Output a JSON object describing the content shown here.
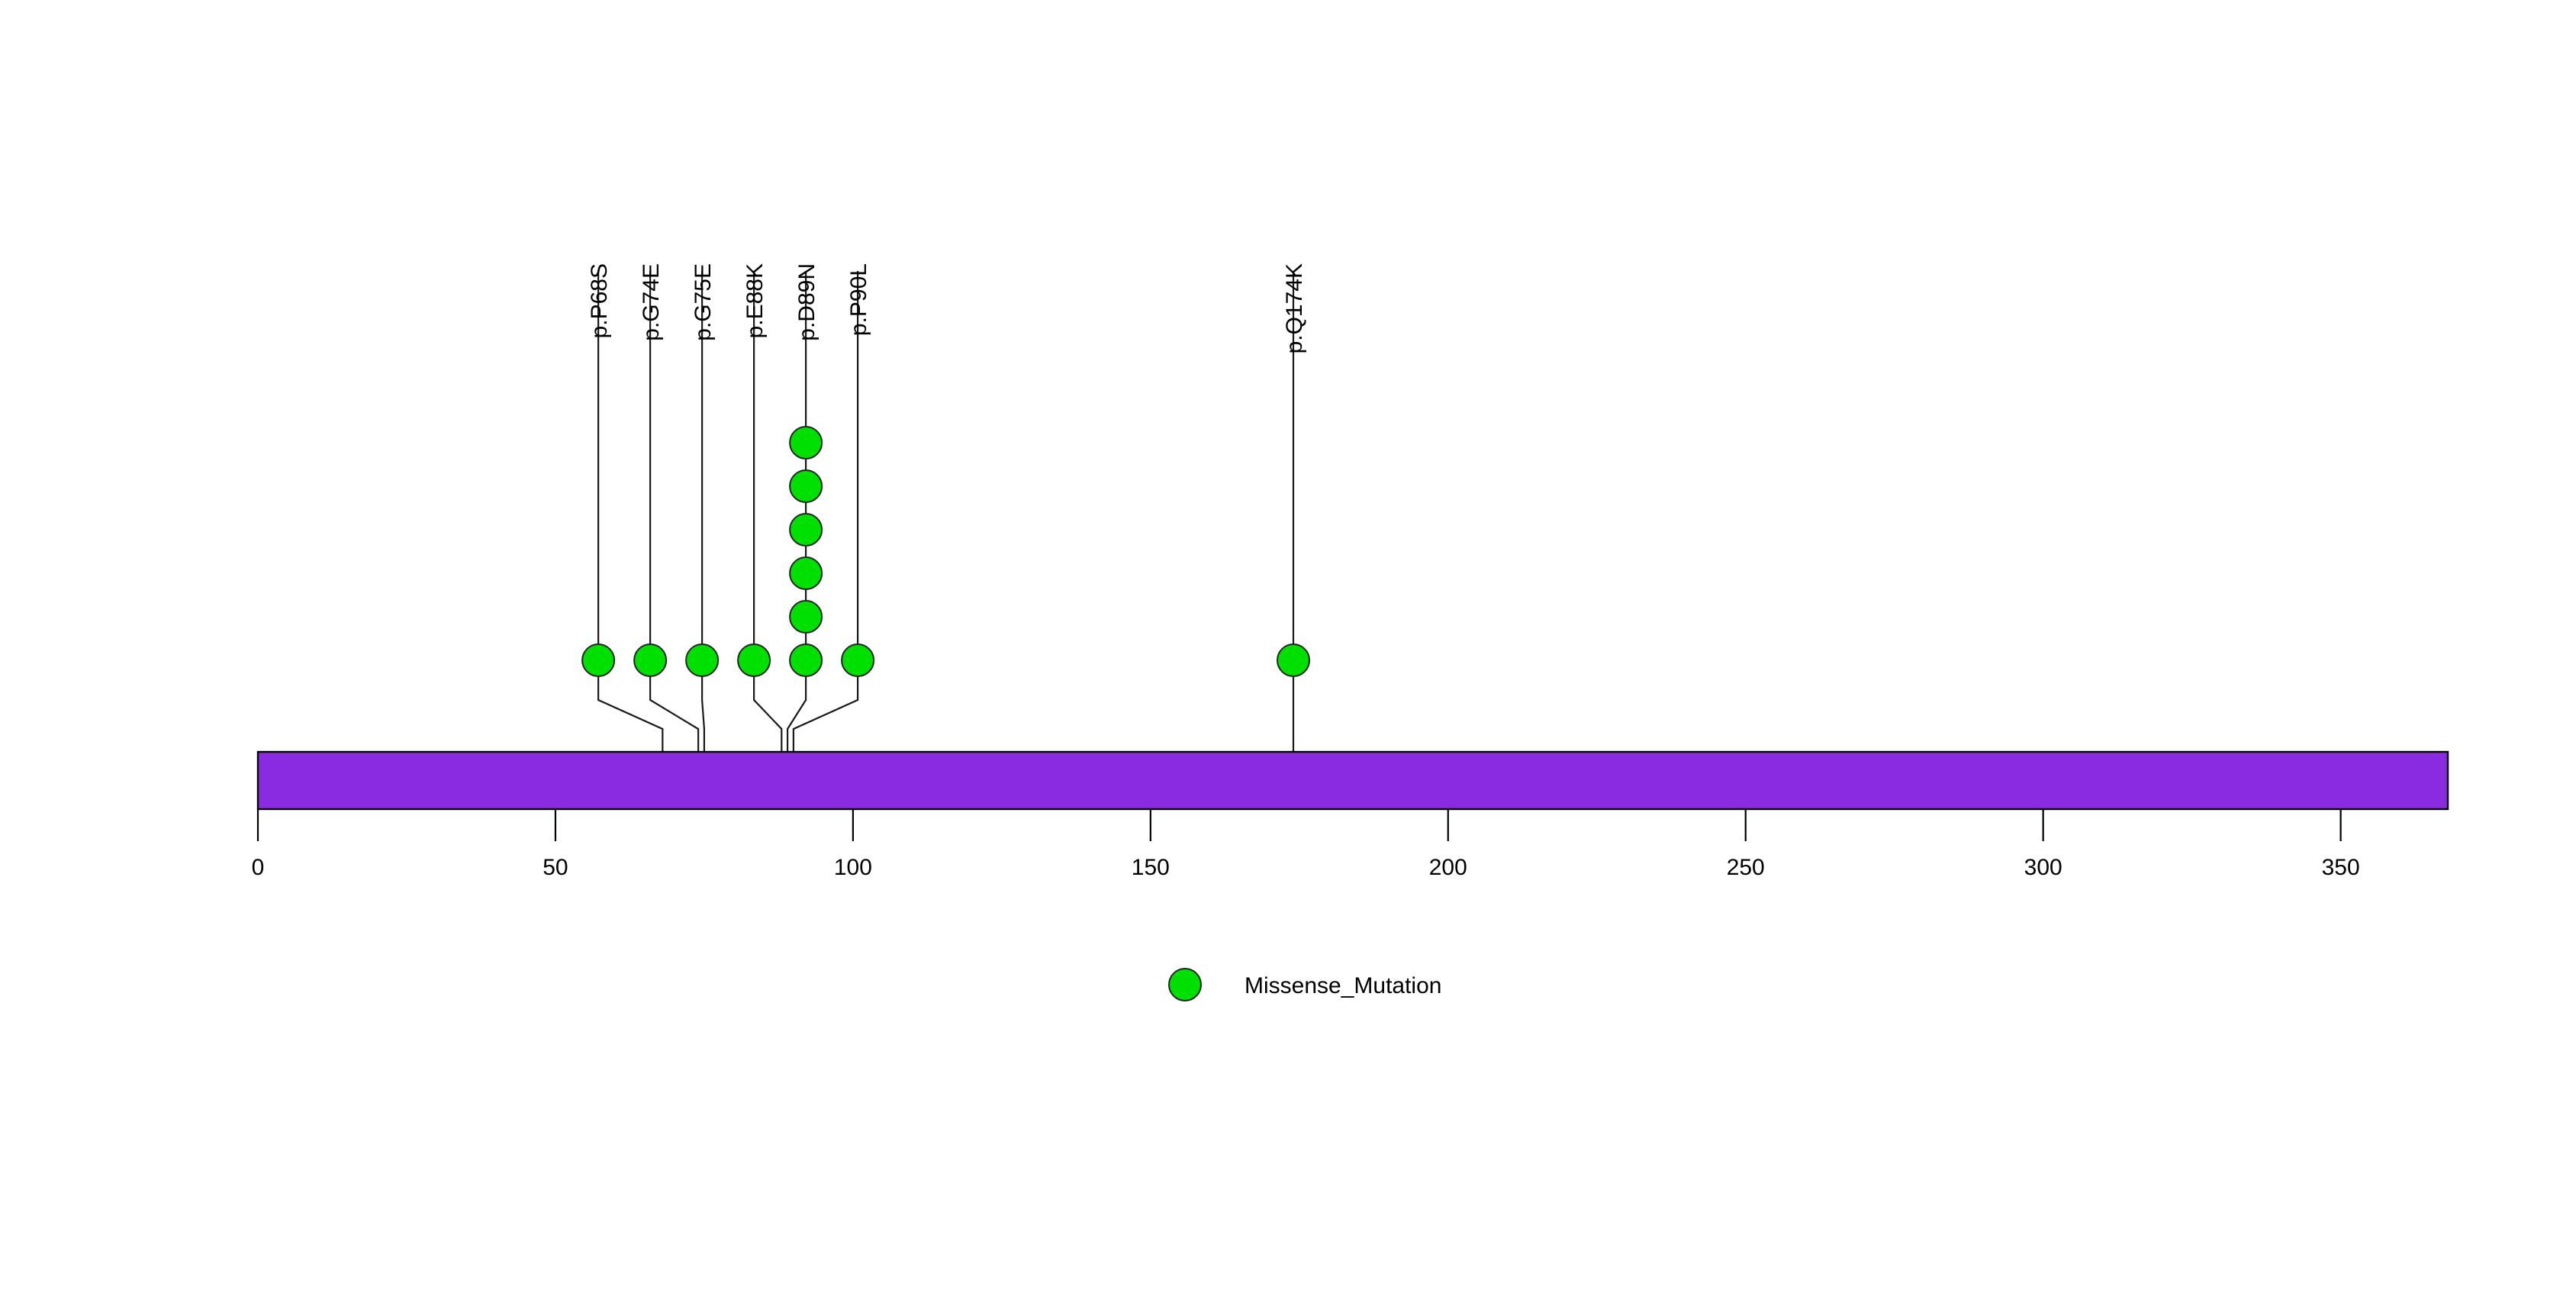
{
  "chart_data": {
    "type": "lollipop",
    "title": "",
    "subtitle": "",
    "xlabel": "",
    "ylabel": "",
    "xlim": [
      0,
      368
    ],
    "grid": false,
    "protein": {
      "length": 368,
      "color": "#8A2BE2",
      "border_color": "#000000"
    },
    "axis": {
      "ticks": [
        0,
        50,
        100,
        150,
        200,
        250,
        300,
        350
      ],
      "tick_labels": [
        "0",
        "50",
        "100",
        "150",
        "200",
        "250",
        "300",
        "350"
      ]
    },
    "marker_color": "#00E000",
    "marker_shape": "circle",
    "mutations": [
      {
        "label": "p.P68S",
        "position": 68,
        "count": 1,
        "type": "Missense_Mutation",
        "color": "#00E000"
      },
      {
        "label": "p.G74E",
        "position": 74,
        "count": 1,
        "type": "Missense_Mutation",
        "color": "#00E000"
      },
      {
        "label": "p.G75E",
        "position": 75,
        "count": 1,
        "type": "Missense_Mutation",
        "color": "#00E000"
      },
      {
        "label": "p.E88K",
        "position": 88,
        "count": 1,
        "type": "Missense_Mutation",
        "color": "#00E000"
      },
      {
        "label": "p.D89N",
        "position": 89,
        "count": 6,
        "type": "Missense_Mutation",
        "color": "#00E000"
      },
      {
        "label": "p.P90L",
        "position": 90,
        "count": 1,
        "type": "Missense_Mutation",
        "color": "#00E000"
      },
      {
        "label": "p.Q174K",
        "position": 174,
        "count": 1,
        "type": "Missense_Mutation",
        "color": "#00E000"
      }
    ],
    "legend": {
      "position": "bottom-center",
      "entries": [
        {
          "label": "Missense_Mutation",
          "color": "#00E000",
          "shape": "circle"
        }
      ]
    }
  }
}
